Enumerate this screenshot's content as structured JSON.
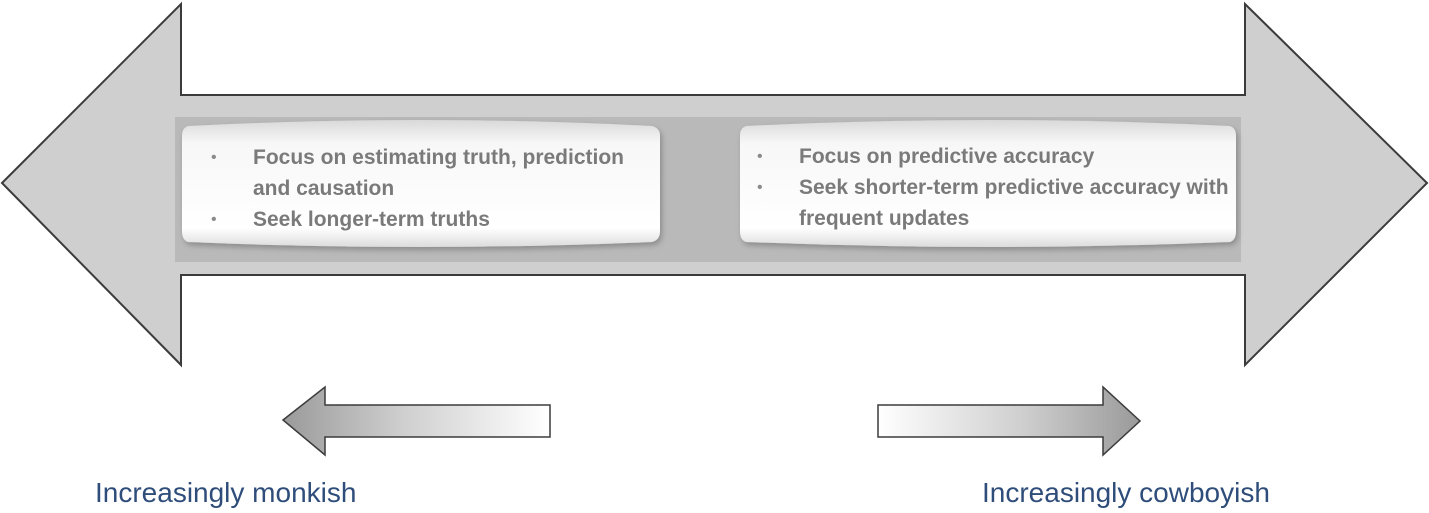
{
  "left_panel": {
    "items": [
      {
        "lines": [
          "Focus on estimating truth, prediction",
          "and causation"
        ]
      },
      {
        "lines": [
          "Seek longer-term truths"
        ]
      }
    ]
  },
  "right_panel": {
    "items": [
      {
        "lines": [
          "Focus on predictive accuracy"
        ]
      },
      {
        "lines": [
          "Seek shorter-term predictive accuracy with",
          "frequent updates"
        ]
      }
    ]
  },
  "left_label": "Increasingly monkish",
  "right_label": "Increasingly cowboyish",
  "bullet_char": "•",
  "colors": {
    "arrow_fill": "#cfcfcf",
    "arrow_stroke": "#3b3b3b",
    "band_fill": "#b9b9b9",
    "panel_text": "#7a7a7a",
    "label_text": "#2f4d7a"
  }
}
